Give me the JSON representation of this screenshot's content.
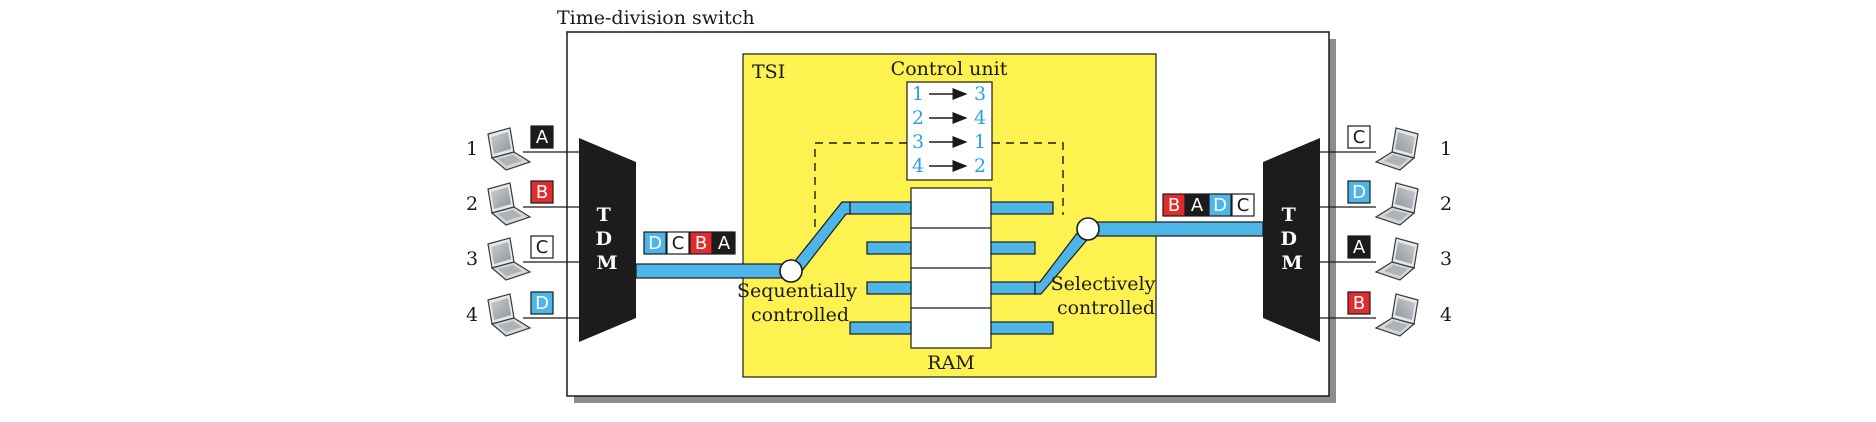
{
  "switch_title": "Time-division switch",
  "tsi_label": "TSI",
  "control_unit": {
    "title": "Control unit",
    "mappings": [
      {
        "from": "1",
        "to": "3"
      },
      {
        "from": "2",
        "to": "4"
      },
      {
        "from": "3",
        "to": "1"
      },
      {
        "from": "4",
        "to": "2"
      }
    ]
  },
  "ram_label": "RAM",
  "tdm_label": [
    "T",
    "D",
    "M"
  ],
  "sequential_label": [
    "Sequentially",
    "controlled"
  ],
  "selective_label": [
    "Selectively",
    "controlled"
  ],
  "input_stations": [
    {
      "number": "1",
      "letter": "A",
      "style": "black"
    },
    {
      "number": "2",
      "letter": "B",
      "style": "red"
    },
    {
      "number": "3",
      "letter": "C",
      "style": "white"
    },
    {
      "number": "4",
      "letter": "D",
      "style": "blue"
    }
  ],
  "output_stations": [
    {
      "number": "1",
      "letter": "C",
      "style": "white"
    },
    {
      "number": "2",
      "letter": "D",
      "style": "blue"
    },
    {
      "number": "3",
      "letter": "A",
      "style": "black"
    },
    {
      "number": "4",
      "letter": "B",
      "style": "red"
    }
  ],
  "input_frame": [
    {
      "letter": "D",
      "style": "blue"
    },
    {
      "letter": "C",
      "style": "white"
    },
    {
      "letter": "B",
      "style": "red"
    },
    {
      "letter": "A",
      "style": "black"
    }
  ],
  "output_frame": [
    {
      "letter": "B",
      "style": "red"
    },
    {
      "letter": "A",
      "style": "black"
    },
    {
      "letter": "D",
      "style": "blue"
    },
    {
      "letter": "C",
      "style": "white"
    }
  ],
  "colors": {
    "tsi_fill": "#fdf24f",
    "line_blue": "#4db5e8",
    "tdm_black": "#1c1c1c",
    "label_blue": "#29a3df",
    "red": "#e02c2c",
    "black": "#1c1c1c",
    "white": "#ffffff"
  }
}
